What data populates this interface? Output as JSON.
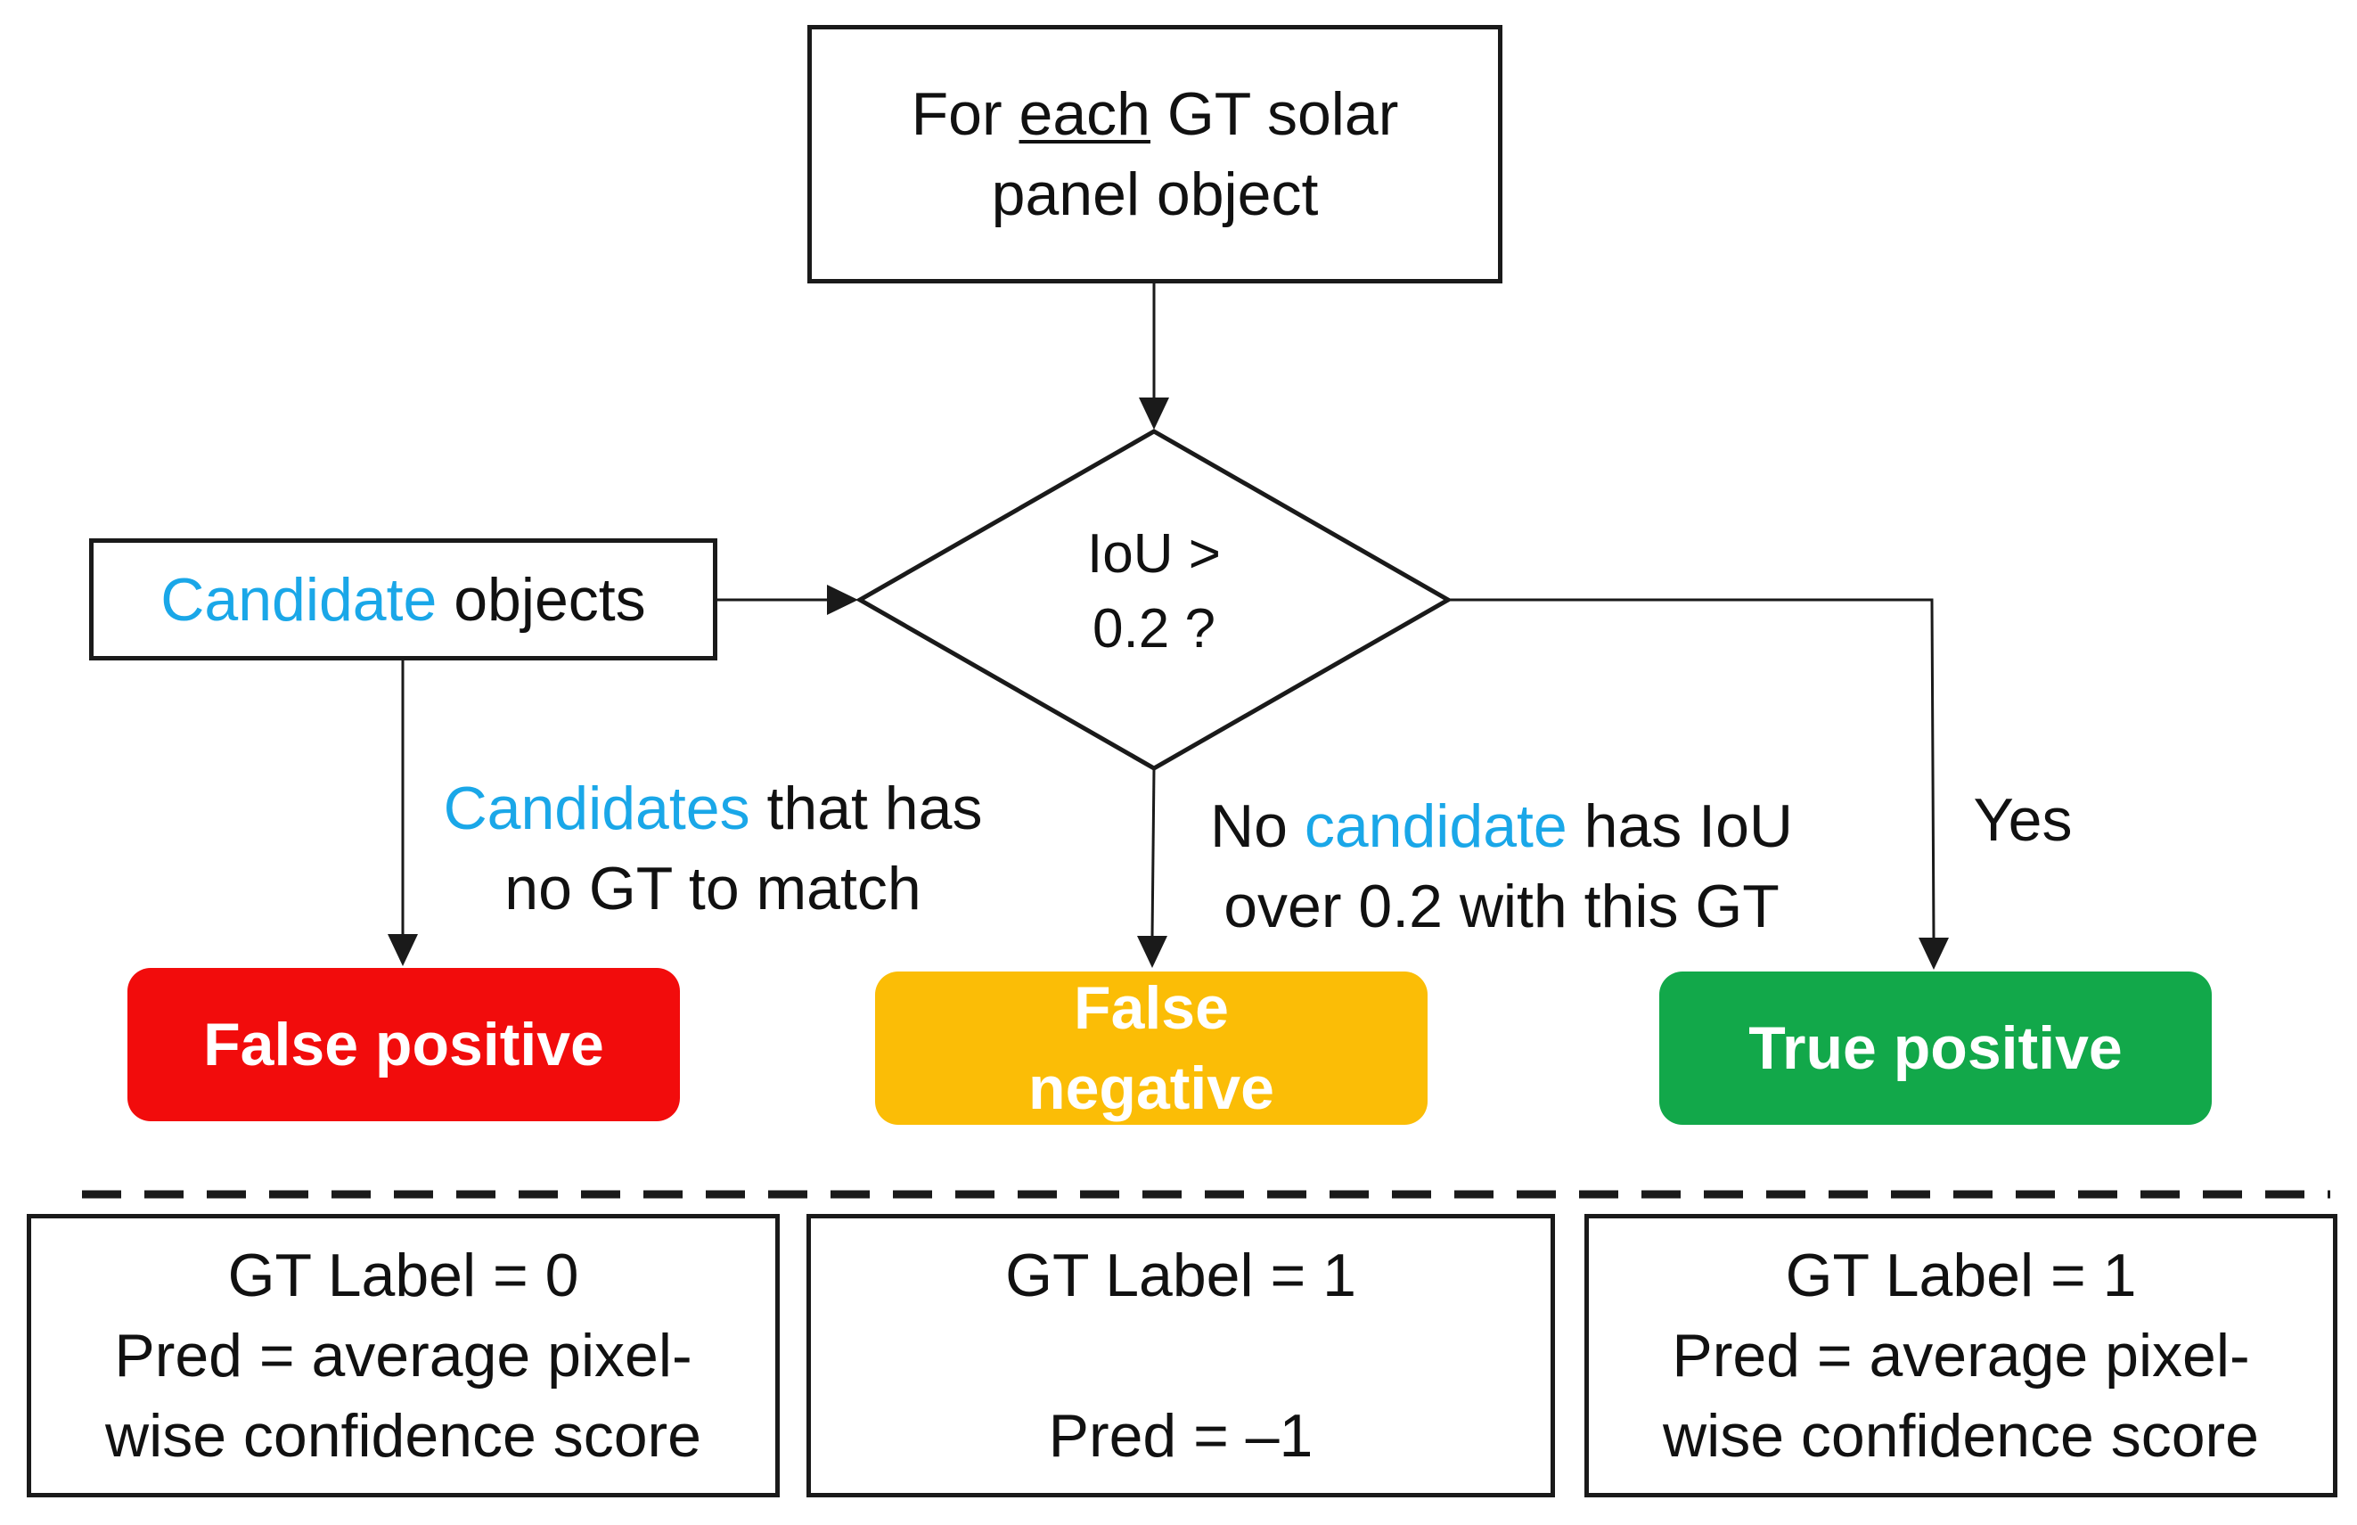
{
  "start_box": {
    "line1_prefix": "For ",
    "line1_underlined": "each",
    "line1_suffix": " GT solar",
    "line2": "panel object"
  },
  "decision": {
    "line1": "IoU >",
    "line2": "0.2 ?"
  },
  "candidate_box": {
    "highlight": "Candidate",
    "rest": " objects"
  },
  "edge_labels": {
    "left": {
      "line1_highlight": "Candidates",
      "line1_rest": " that has",
      "line2": "no GT to match"
    },
    "middle": {
      "line1_prefix": "No ",
      "line1_highlight": "candidate",
      "line1_rest": " has IoU",
      "line2": "over 0.2 with this GT"
    },
    "right": "Yes"
  },
  "outcomes": {
    "false_positive": {
      "label": "False positive",
      "color": "#f20c0c"
    },
    "false_negative": {
      "line1": "False",
      "line2": "negative",
      "color": "#fbbd06"
    },
    "true_positive": {
      "label": "True positive",
      "color": "#12a84a"
    }
  },
  "results": [
    {
      "line1": "GT Label = 0",
      "line2": "Pred = average pixel-",
      "line3": "wise confidence score"
    },
    {
      "line1": "GT Label = 1",
      "line2": "",
      "line3": "Pred = –1"
    },
    {
      "line1": "GT Label = 1",
      "line2": "Pred = average pixel-",
      "line3": "wise confidence score"
    }
  ],
  "colors": {
    "highlight": "#1aa7e8",
    "stroke": "#1a1a1a"
  }
}
